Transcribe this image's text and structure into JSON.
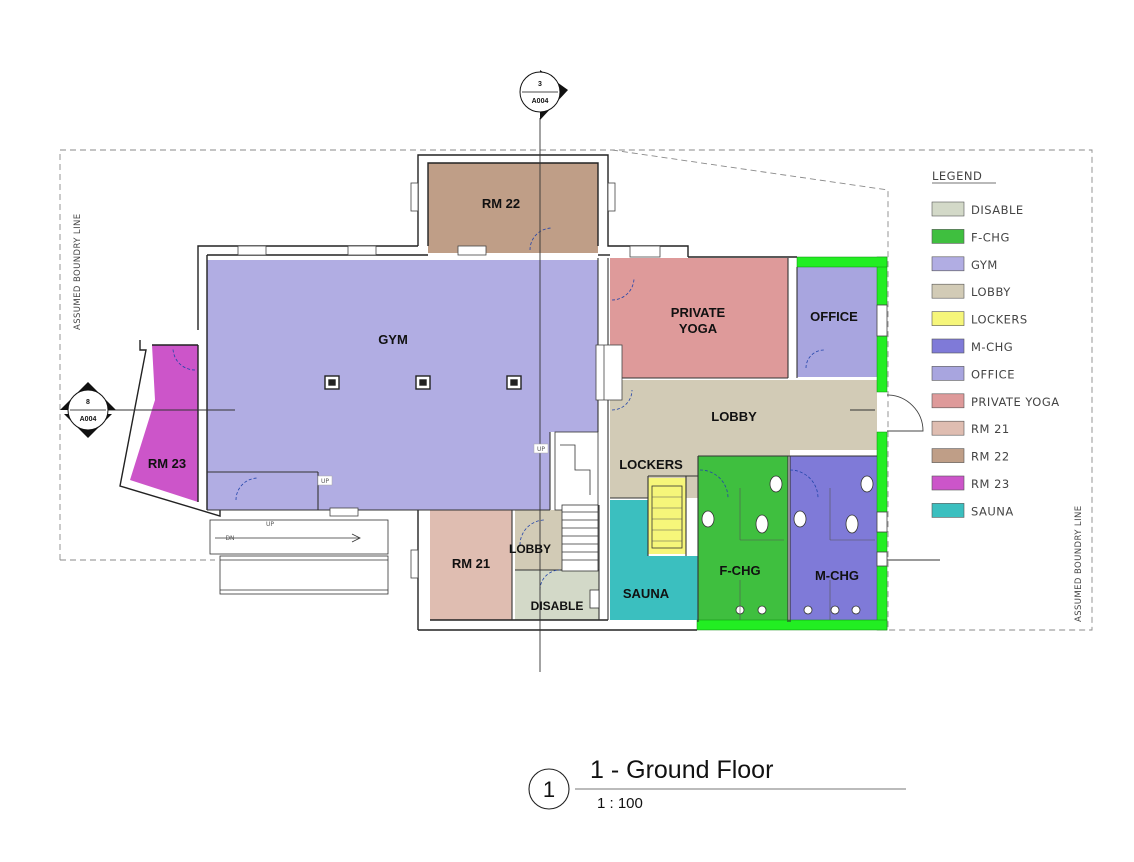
{
  "colors": {
    "disable": "#d3d9c8",
    "f_chg": "#3fbf3f",
    "gym": "#b1ade3",
    "lobby": "#d2cbb6",
    "lockers": "#f6f67a",
    "m_chg": "#7f7ad8",
    "office": "#a8a5df",
    "private_yoga": "#de9a9a",
    "rm21": "#dfbdb1",
    "rm22": "#bf9e87",
    "rm23": "#cc55c9",
    "sauna": "#3bbfbf",
    "green_wall": "#22ee22"
  },
  "rooms": {
    "gym": "GYM",
    "rm22": "RM 22",
    "rm23": "RM 23",
    "rm21": "RM 21",
    "private_yoga_1": "PRIVATE",
    "private_yoga_2": "YOGA",
    "office": "OFFICE",
    "lobby_main": "LOBBY",
    "lobby_small": "LOBBY",
    "lockers": "LOCKERS",
    "sauna": "SAUNA",
    "disable": "DISABLE",
    "f_chg": "F-CHG",
    "m_chg": "M-CHG"
  },
  "legend": {
    "title": "LEGEND",
    "items": [
      {
        "label": "DISABLE",
        "color": "#d3d9c8"
      },
      {
        "label": "F-CHG",
        "color": "#3fbf3f"
      },
      {
        "label": "GYM",
        "color": "#b1ade3"
      },
      {
        "label": "LOBBY",
        "color": "#d2cbb6"
      },
      {
        "label": "LOCKERS",
        "color": "#f6f67a"
      },
      {
        "label": "M-CHG",
        "color": "#7f7ad8"
      },
      {
        "label": "OFFICE",
        "color": "#a8a5df"
      },
      {
        "label": "PRIVATE YOGA",
        "color": "#de9a9a"
      },
      {
        "label": "RM 21",
        "color": "#dfbdb1"
      },
      {
        "label": "RM 22",
        "color": "#bf9e87"
      },
      {
        "label": "RM 23",
        "color": "#cc55c9"
      },
      {
        "label": "SAUNA",
        "color": "#3bbfbf"
      }
    ]
  },
  "boundary": {
    "left": "ASSUMED BOUNDRY LINE",
    "right": "ASSUMED BOUNDRY LINE"
  },
  "section_markers": {
    "top": {
      "number": "3",
      "sheet": "A004"
    },
    "left": {
      "number": "8",
      "sheet": "A004"
    }
  },
  "stair_notes": {
    "up_1": "UP",
    "up_2": "UP",
    "up_3": "UP",
    "dn": "DN"
  },
  "view_title": {
    "number": "1",
    "name": "1 - Ground Floor",
    "scale": "1 : 100"
  }
}
